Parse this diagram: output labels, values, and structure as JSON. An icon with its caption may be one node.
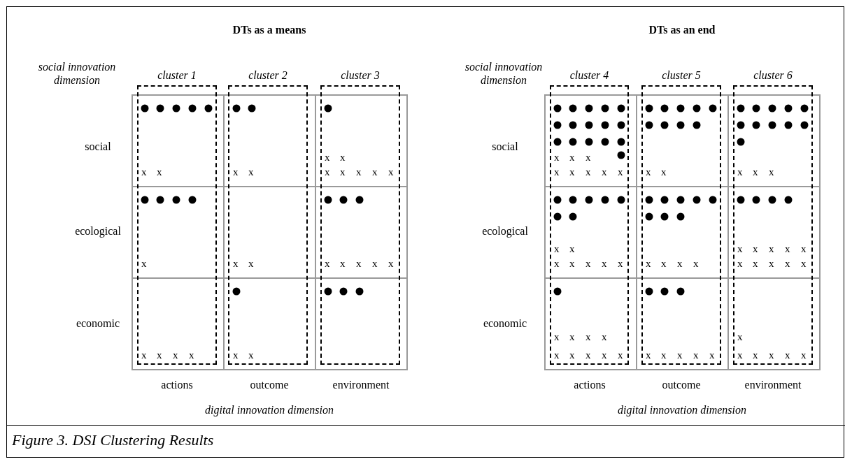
{
  "diagram": {
    "caption": "Figure 3. DSI Clustering Results",
    "nodes": [
      {
        "text": [
          "cluster 1"
        ]
      },
      {
        "text": [
          "cluster 2"
        ]
      },
      {
        "text": [
          "cluster 3"
        ]
      },
      {
        "text": [
          "x",
          "x"
        ]
      },
      {
        "text": [
          "x",
          "x"
        ]
      },
      {
        "text": [
          "x",
          "x",
          "x",
          "x",
          "x",
          "x",
          "x"
        ]
      },
      {
        "text": [
          "x"
        ]
      },
      {
        "text": [
          "x",
          "x"
        ]
      },
      {
        "text": [
          "x",
          "x",
          "x",
          "x",
          "x"
        ]
      },
      {
        "text": [
          "x",
          "x",
          "x",
          "x"
        ]
      },
      {
        "text": [
          "x",
          "x"
        ]
      },
      {
        "text": [],
        "shape": "box"
      },
      {
        "text": [
          "cluster 4"
        ]
      },
      {
        "text": [
          "cluster 5"
        ]
      },
      {
        "text": [
          "cluster 6"
        ]
      },
      {
        "text": [
          "x",
          "x",
          "x",
          "x",
          "x",
          "x",
          "x",
          "x"
        ]
      },
      {
        "text": [
          "x",
          "x"
        ]
      },
      {
        "text": [
          "x",
          "x",
          "x"
        ]
      },
      {
        "text": [
          "x",
          "x",
          "x",
          "x",
          "x",
          "x",
          "x"
        ]
      },
      {
        "text": [
          "x",
          "x",
          "x",
          "x"
        ]
      },
      {
        "text": [
          "x",
          "x",
          "x",
          "x",
          "x",
          "x",
          "x",
          "x",
          "x",
          "x"
        ]
      },
      {
        "text": [
          "x",
          "x",
          "x",
          "x",
          "x",
          "x",
          "x",
          "x",
          "x"
        ]
      },
      {
        "text": [
          "x",
          "x",
          "x",
          "x",
          "x"
        ]
      },
      {
        "text": [
          "x",
          "x",
          "x",
          "x",
          "x",
          "x"
        ]
      }
    ],
    "labels": [
      "DTs as a means",
      "DTs as an end",
      "social innovation dimension",
      "social innovation dimension",
      "social",
      "social",
      "ecological",
      "ecological",
      "economic",
      "economic",
      "actions",
      "outcome",
      "environment",
      "actions",
      "outcome",
      "environment",
      "digital innovation dimension",
      "digital innovation dimension"
    ]
  }
}
